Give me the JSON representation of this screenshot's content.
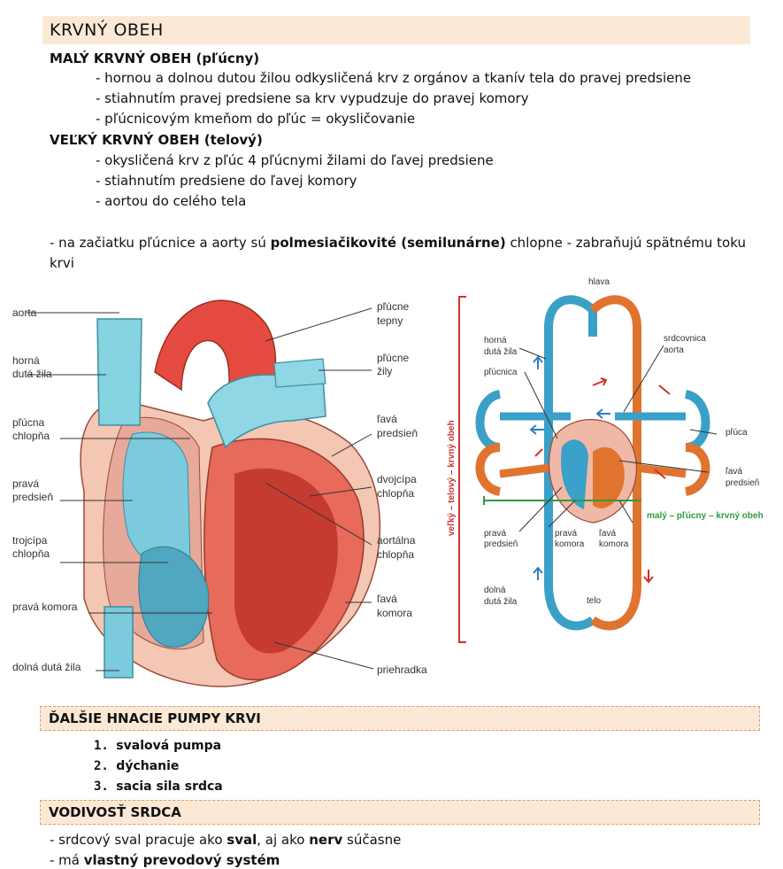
{
  "title": "KRVNÝ OBEH",
  "small_circ": {
    "heading": "MALÝ KRVNÝ OBEH (pľúcny)",
    "items": [
      "- hornou a dolnou dutou žilou odkysličená krv z orgánov a tkanív tela do pravej predsiene",
      "- stiahnutím pravej predsiene sa krv vypudzuje do pravej komory",
      "- pľúcnicovým kmeňom do pľúc = okysličovanie"
    ]
  },
  "big_circ": {
    "heading": "VEĽKÝ KRVNÝ OBEH (telový)",
    "items": [
      "-  okysličená krv z pľúc 4 pľúcnymi žilami do ľavej predsiene",
      "- stiahnutím predsiene do ľavej komory",
      "-  aortou do celého tela"
    ]
  },
  "valves_note": {
    "prefix": "- na začiatku pľúcnice a aorty sú ",
    "bold": "polmesiačikovité (semilunárne)",
    "suffix": " chlopne - zabraňujú spätnému toku",
    "line2": "krvi"
  },
  "heart_labels": {
    "aorta": "aorta",
    "horna_duta_1": "horná",
    "horna_duta_2": "dutá žila",
    "plucna_chl_1": "pľúcna",
    "plucna_chl_2": "chlopňa",
    "prava_pred_1": "pravá",
    "prava_pred_2": "predsieň",
    "trojcipa_1": "trojcípa",
    "trojcipa_2": "chlopňa",
    "prava_komora": "pravá komora",
    "dolna_duta": "dolná dutá žila",
    "plucne_tepny_1": "pľúcne",
    "plucne_tepny_2": "tepny",
    "plucne_zily_1": "pľúcne",
    "plucne_zily_2": "žily",
    "lava_pred_1": "ľavá",
    "lava_pred_2": "predsieň",
    "dvojcipa_1": "dvojcípa",
    "dvojcipa_2": "chlopňa",
    "aortalna_1": "aortálna",
    "aortalna_2": "chlopňa",
    "lava_komora_1": "ľavá",
    "lava_komora_2": "komora",
    "priehradka": "priehradka"
  },
  "circ_labels": {
    "hlava": "hlava",
    "horna_duta_1": "horná",
    "horna_duta_2": "dutá žila",
    "plucnica": "pľúcnica",
    "srdcovnica_1": "srdcovnica",
    "srdcovnica_2": "aorta",
    "pluca": "pľúca",
    "lava_pred_1": "ľavá",
    "lava_pred_2": "predsieň",
    "prava_pred_1": "pravá",
    "prava_pred_2": "predsieň",
    "prava_kom_1": "pravá",
    "prava_kom_2": "komora",
    "lava_kom_1": "ľavá",
    "lava_kom_2": "komora",
    "dolna_duta_1": "dolná",
    "dolna_duta_2": "dutá žila",
    "telo": "telo",
    "maly": "malý – pľúcny – krvný obeh",
    "velky": "veľký – telový – krvný obeh"
  },
  "pumps": {
    "heading": "ĎALŠIE HNACIE PUMPY KRVI",
    "items": [
      "svalová pumpa",
      "dýchanie",
      "sacia sila srdca"
    ]
  },
  "conduct": {
    "heading": "VODIVOSŤ SRDCA",
    "line1_prefix": "- srdcový sval pracuje ako ",
    "line1_b1": "sval",
    "line1_mid": ", aj ako ",
    "line1_b2": "nerv",
    "line1_suffix": " súčasne",
    "line2_prefix": "- má ",
    "line2_bold": "vlastný prevodový systém"
  },
  "colors": {
    "header_bg": "#fbe9d5",
    "blood_blue": "#6cc4d6",
    "blood_red": "#e0473c",
    "green": "#2f9a3e"
  }
}
